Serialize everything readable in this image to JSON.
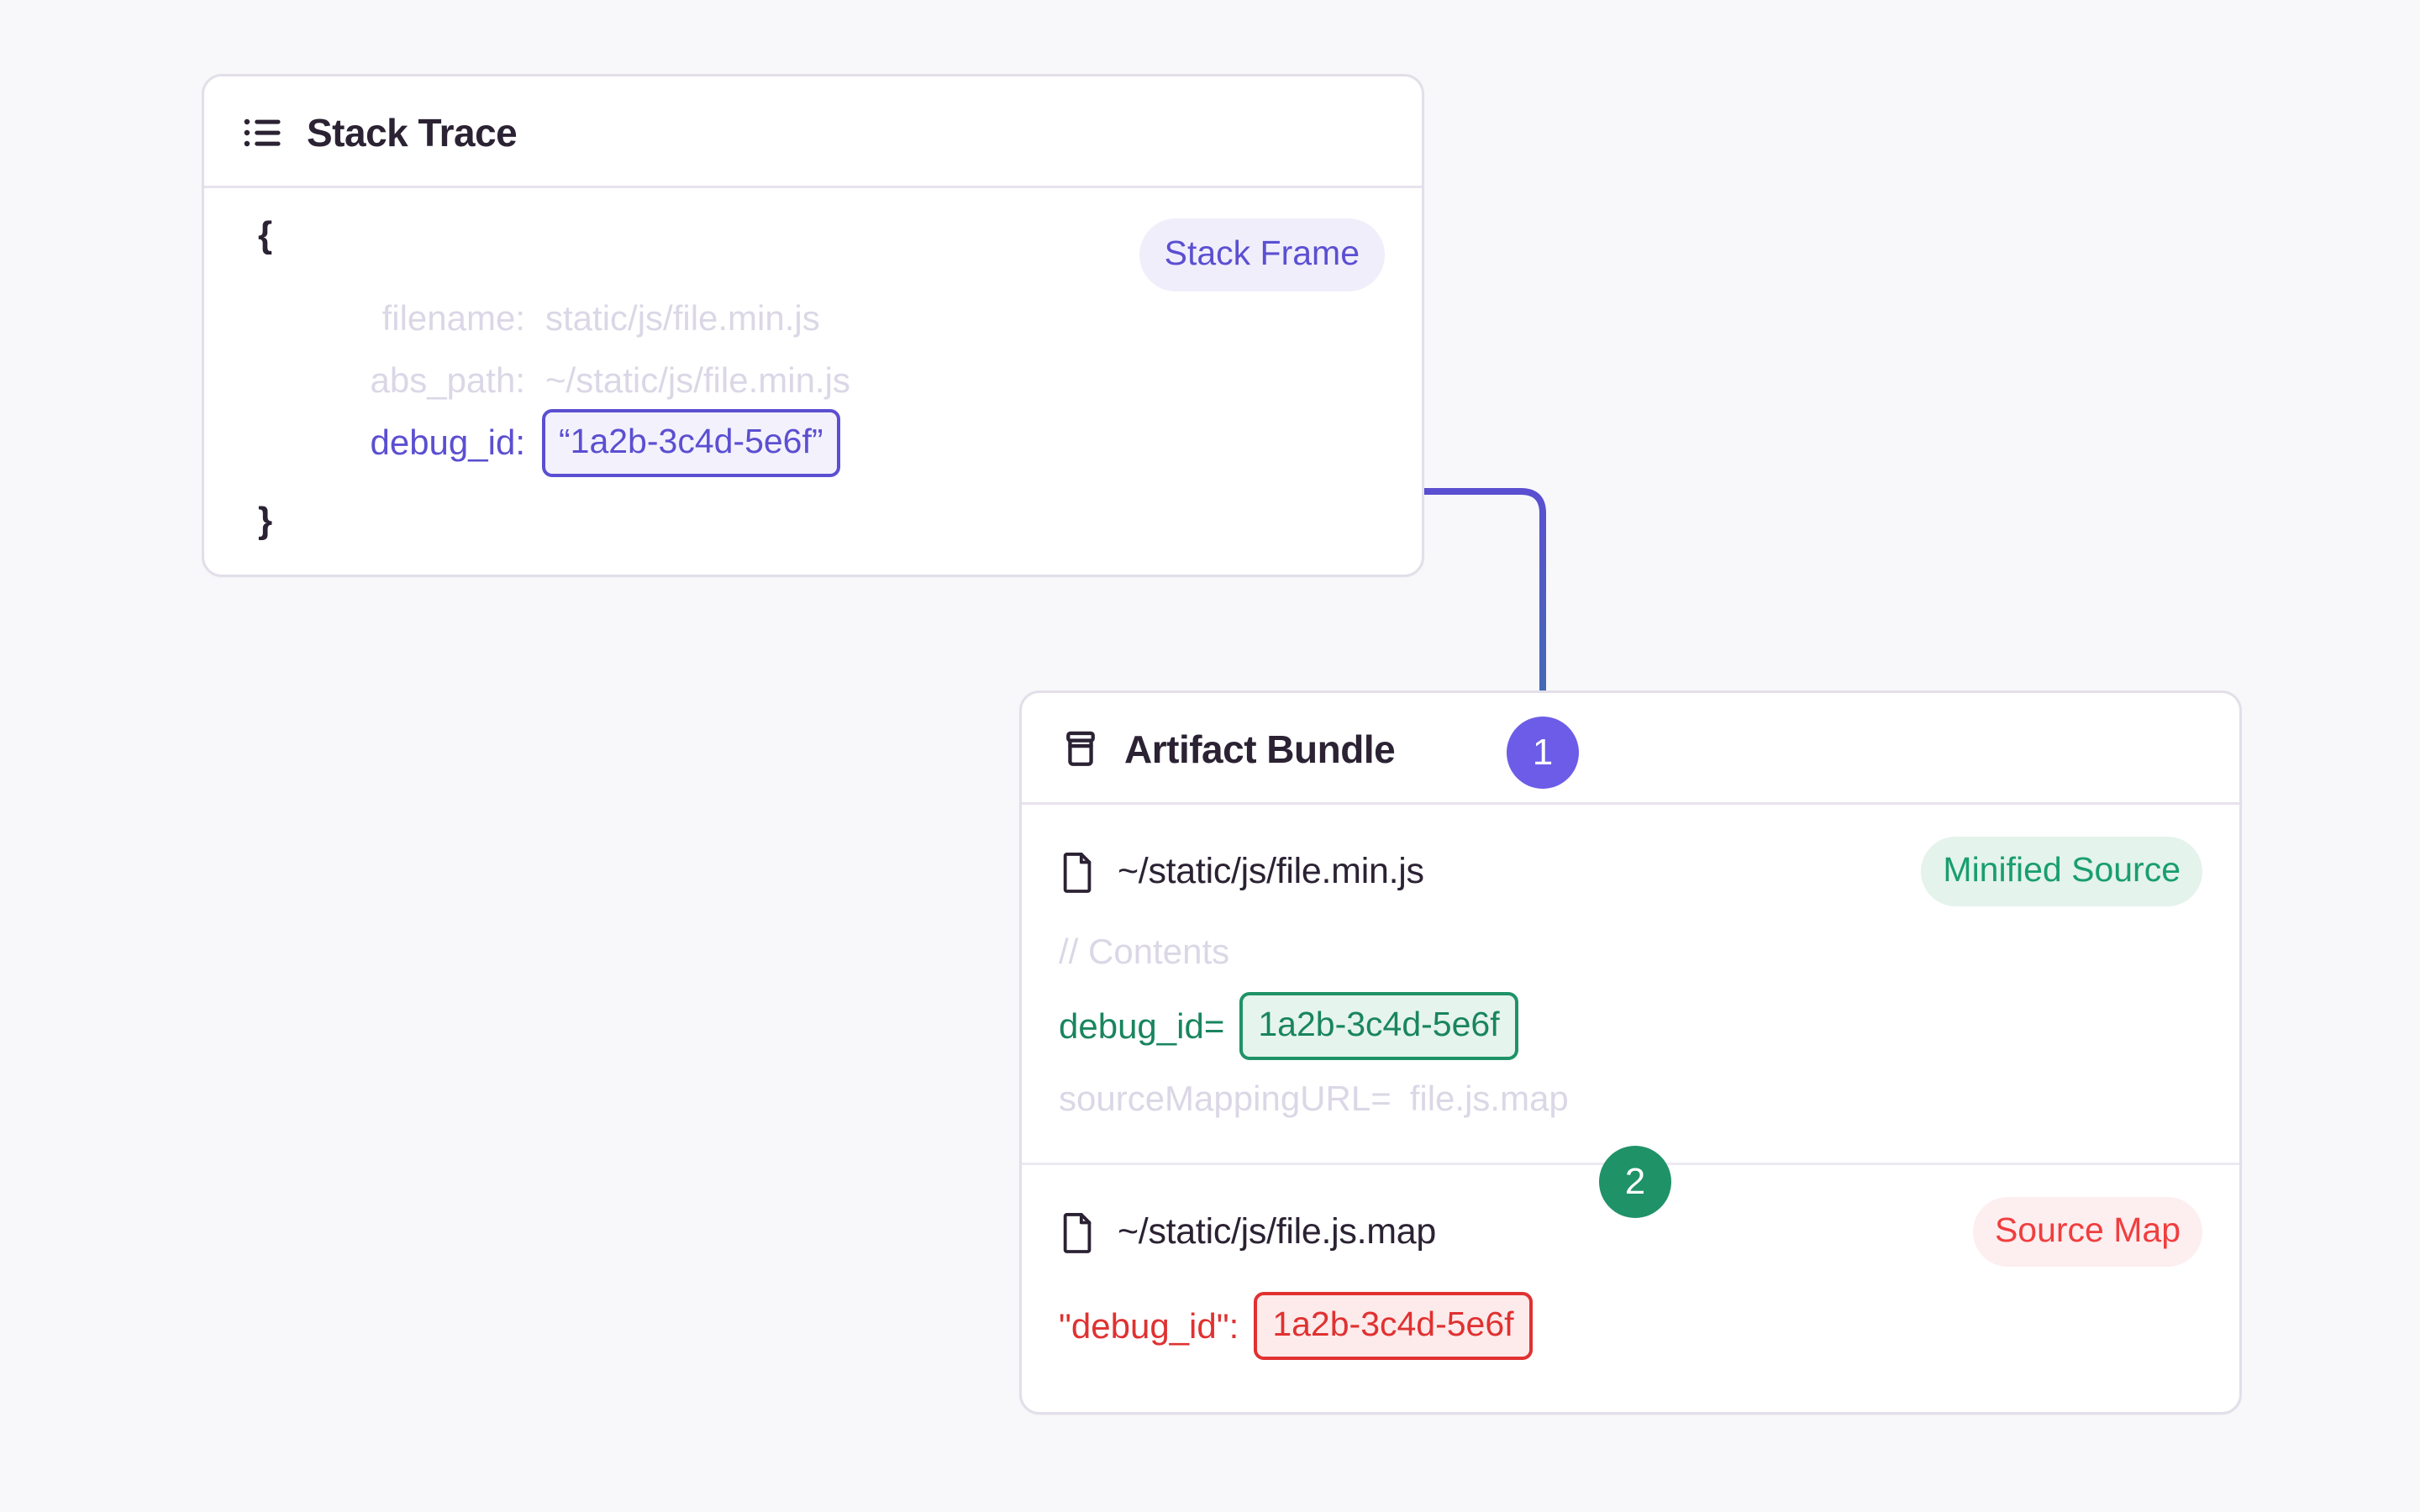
{
  "background_color": "#f8f8fb",
  "accents": {
    "indigo": "#5b4fd1",
    "purple_badge": "#6c5ce7",
    "green": "#1f9268",
    "red": "#e03131",
    "muted_text": "#dbd7e6",
    "dark_text": "#2b2233",
    "card_border": "#e3dfe9"
  },
  "stack_trace_card": {
    "icon": "list-icon",
    "title": "Stack Trace",
    "badge": "Stack Frame",
    "open_brace": "{",
    "close_brace": "}",
    "rows": [
      {
        "key": "filename:",
        "value": "static/js/file.min.js",
        "highlight": false
      },
      {
        "key": "abs_path:",
        "value": "~/static/js/file.min.js",
        "highlight": false
      },
      {
        "key": "debug_id:",
        "value": "“1a2b-3c4d-5e6f”",
        "highlight": true
      }
    ]
  },
  "artifact_bundle_card": {
    "icon": "jar-icon",
    "title": "Artifact Bundle",
    "sections": [
      {
        "file_icon": "file-icon",
        "file_name": "~/static/js/file.min.js",
        "badge": "Minified Source",
        "lines": [
          {
            "text": "// Contents",
            "style": "muted"
          },
          {
            "key": "debug_id=",
            "value": "1a2b-3c4d-5e6f",
            "style": "green-boxed"
          },
          {
            "key": "sourceMappingURL=",
            "value": "file.js.map",
            "style": "muted"
          }
        ]
      },
      {
        "file_icon": "file-icon",
        "file_name": "~/static/js/file.js.map",
        "badge": "Source Map",
        "lines": [
          {
            "key": "\"debug_id\":",
            "value": "1a2b-3c4d-5e6f",
            "style": "red-boxed"
          }
        ]
      }
    ]
  },
  "steps": [
    {
      "number": "1",
      "color": "#6c5ce7"
    },
    {
      "number": "2",
      "color": "#1f9268"
    }
  ]
}
